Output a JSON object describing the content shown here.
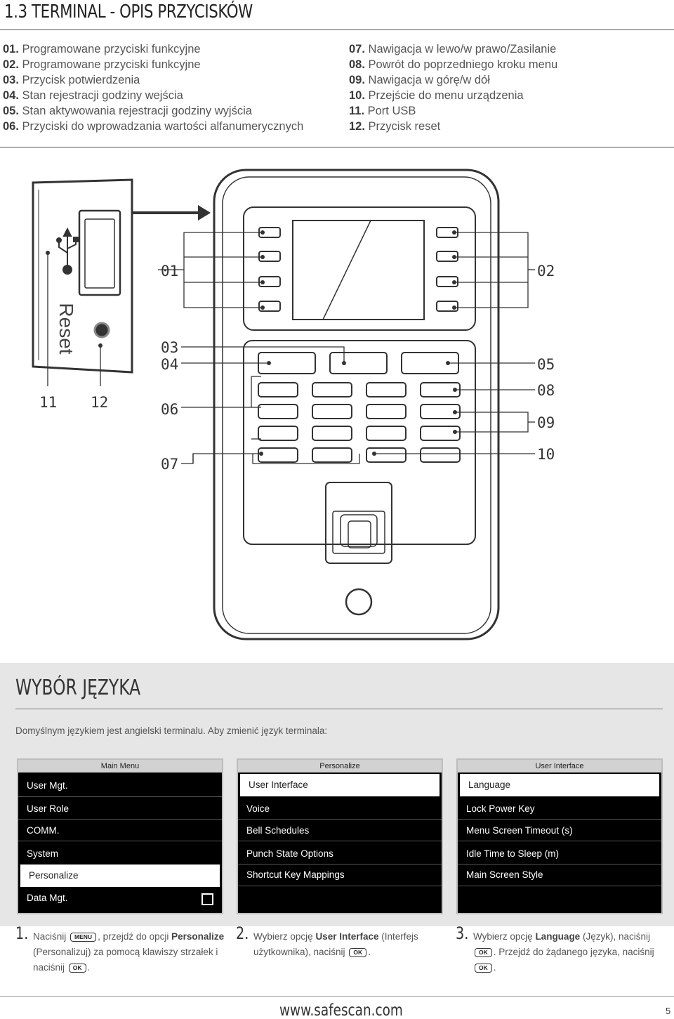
{
  "title": "1.3 TERMINAL - OPIS PRZYCISKÓW",
  "legend_left": [
    {
      "num": "01.",
      "text": "Programowane przyciski funkcyjne"
    },
    {
      "num": "02.",
      "text": "Programowane przyciski funkcyjne"
    },
    {
      "num": "03.",
      "text": "Przycisk potwierdzenia"
    },
    {
      "num": "04.",
      "text": "Stan rejestracji godziny wejścia"
    },
    {
      "num": "05.",
      "text": "Stan aktywowania rejestracji godziny wyjścia"
    },
    {
      "num": "06.",
      "text": "Przyciski do wprowadzania wartości alfanumerycznych"
    }
  ],
  "legend_right": [
    {
      "num": "07.",
      "text": "Nawigacja w lewo/w prawo/Zasilanie"
    },
    {
      "num": "08.",
      "text": "Powrót do poprzedniego kroku menu"
    },
    {
      "num": "09.",
      "text": "Nawigacja w górę/w dół"
    },
    {
      "num": "10.",
      "text": "Przejście do menu urządzenia"
    },
    {
      "num": "11.",
      "text": "Port USB"
    },
    {
      "num": "12.",
      "text": "Przycisk reset"
    }
  ],
  "diagram": {
    "reset_label": "Reset",
    "callouts": {
      "c01": "01",
      "c02": "02",
      "c03": "03",
      "c04": "04",
      "c05": "05",
      "c06": "06",
      "c07": "07",
      "c08": "08",
      "c09": "09",
      "c10": "10",
      "c11": "11",
      "c12": "12"
    }
  },
  "language_section": {
    "title": "WYBÓR JĘZYKA",
    "intro": "Domyślnym językiem jest angielski terminalu. Aby zmienić język terminala:"
  },
  "screens": [
    {
      "header": "Main Menu",
      "items": [
        "User Mgt.",
        "User Role",
        "COMM.",
        "System",
        "Personalize",
        "Data Mgt."
      ]
    },
    {
      "header": "Personalize",
      "items": [
        "User Interface",
        "Voice",
        "Bell Schedules",
        "Punch State Options",
        "Shortcut Key Mappings"
      ]
    },
    {
      "header": "User Interface",
      "items": [
        "Language",
        "Lock Power Key",
        "Menu Screen Timeout (s)",
        "Idle Time to Sleep (m)",
        "Main Screen Style"
      ]
    }
  ],
  "steps": [
    {
      "num": "1.",
      "t1": "Naciśnij",
      "key1": "MENU",
      "t2": ", przejdź do opcji",
      "bold": "Personalize",
      "t3": "(Personalizuj) za pomocą klawiszy strzałek i naciśnij",
      "key2": "OK",
      "t4": "."
    },
    {
      "num": "2.",
      "t1": "Wybierz opcję",
      "bold": "User Interface",
      "t2": "(Interfejs użytkownika), naciśnij",
      "key1": "OK",
      "t3": "."
    },
    {
      "num": "3.",
      "t1": "Wybierz opcję",
      "bold": "Language",
      "t2": "(Język), naciśnij",
      "key1": "OK",
      "t3": ". Przejdź do żądanego języka, naciśnij",
      "key2": "OK",
      "t4": "."
    }
  ],
  "footer": {
    "url": "www.safescan.com",
    "page": "5"
  }
}
